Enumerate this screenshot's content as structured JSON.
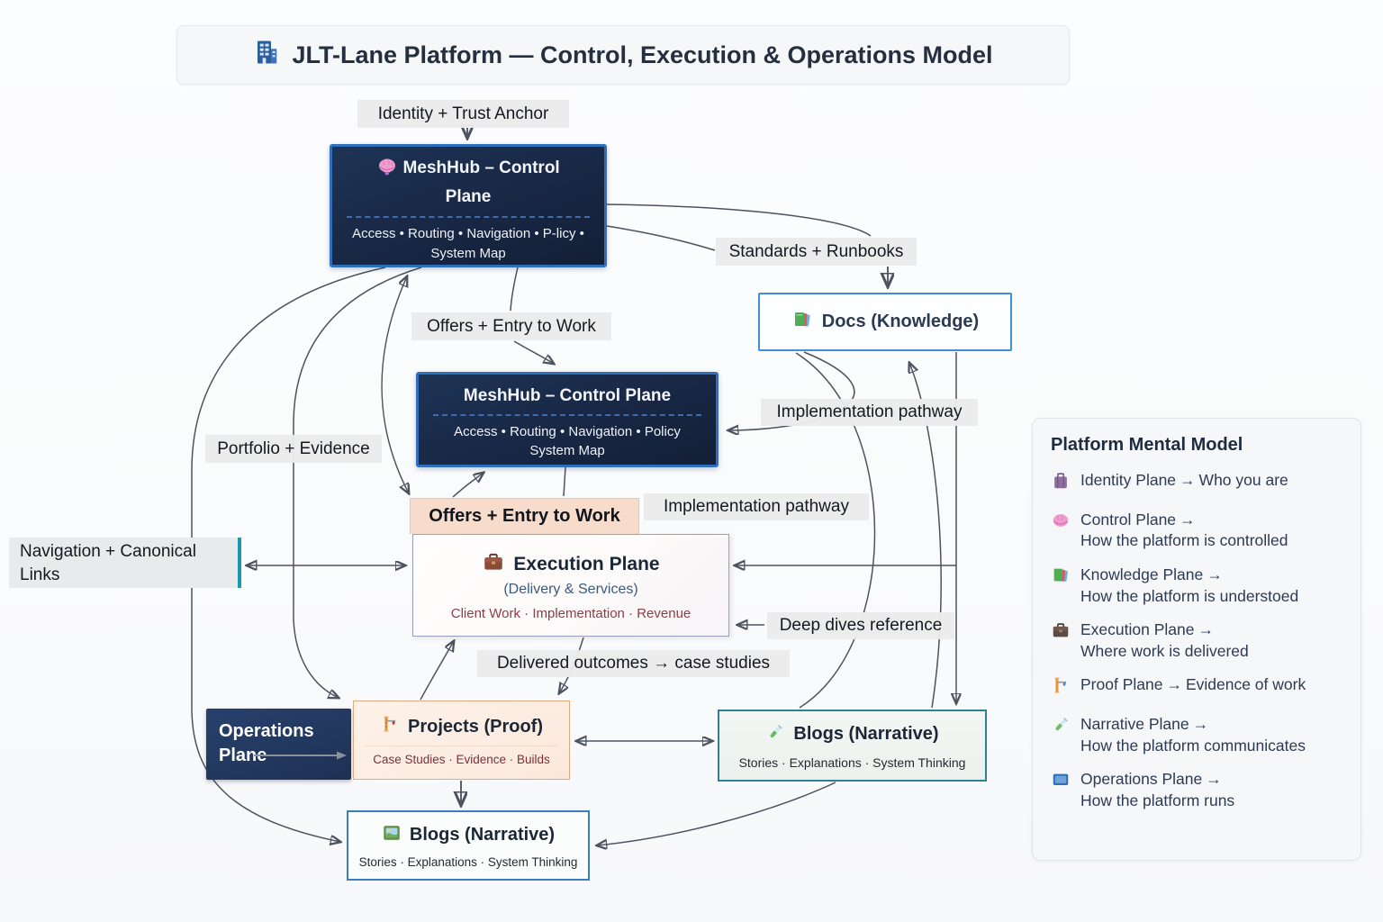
{
  "title": {
    "icon": "building-icon",
    "text": "JLT-Lane Platform — Control, Execution & Operations Model"
  },
  "edge_labels": {
    "identity_trust": "Identity + Trust Anchor",
    "standards_runbooks": "Standards + Runbooks",
    "offers_entry_top": "Offers + Entry to Work",
    "implementation_pathway_1": "Implementation pathway",
    "implementation_pathway_2": "Implementation pathway",
    "portfolio_evidence": "Portfolio + Evidence",
    "navigation_canonical": "Navigation + Canonical Links",
    "deep_dives": "Deep dives reference",
    "delivered_outcomes": "Delivered outcomes → case studies"
  },
  "nodes": {
    "meshhub_top": {
      "icon": "brain-icon",
      "title": "MeshHub – Control Plane",
      "services": "Access • Routing • Navigation • P-licy • System Map"
    },
    "meshhub_mid": {
      "title": "MeshHub – Control Plane",
      "services": "Access • Routing • Navigation • Policy System Map"
    },
    "docs": {
      "icon": "books-icon",
      "title": "Docs (Knowledge)"
    },
    "execution": {
      "header": "Offers + Entry to Work",
      "icon": "briefcase-icon",
      "title": "Execution Plane",
      "subtitle": "(Delivery & Services)",
      "services": "Client Work · Implementation · Revenue"
    },
    "operations": {
      "title": "Operations Plane"
    },
    "projects": {
      "icon": "crane-icon",
      "title": "Projects (Proof)",
      "services": "Case Studies · Evidence · Builds"
    },
    "blogs_right": {
      "icon": "testtube-icon",
      "title": "Blogs (Narrative)",
      "services": "Stories · Explanations · System Thinking"
    },
    "blogs_bottom": {
      "icon": "picture-frame-icon",
      "title": "Blogs (Narrative)",
      "services": "Stories · Explanations · System Thinking"
    }
  },
  "legend": {
    "title": "Platform Mental Model",
    "items": [
      {
        "icon": "luggage-icon",
        "name": "Identity Plane",
        "arrow": "→",
        "desc": "Who you are"
      },
      {
        "icon": "brain-icon",
        "name": "Control Plane",
        "arrow": "→",
        "desc": "How the platform is controlled"
      },
      {
        "icon": "books-icon",
        "name": "Knowledge Plane",
        "arrow": "→",
        "desc": "How the platform is understoed"
      },
      {
        "icon": "briefcase-icon",
        "name": "Execution Plane",
        "arrow": "→",
        "desc": "Where work is delivered"
      },
      {
        "icon": "crane-icon",
        "name": "Proof Plane",
        "arrow": "→",
        "desc": "Evidence of work"
      },
      {
        "icon": "testtube-icon",
        "name": "Narrative Plane",
        "arrow": "→",
        "desc": "How the platform communicates"
      },
      {
        "icon": "monitor-icon",
        "name": "Operations Plane",
        "arrow": "→",
        "desc": "How the platform runs"
      }
    ]
  },
  "colors": {
    "control_plane_bg": "#182744",
    "control_plane_border": "#2d6fba",
    "docs_border": "#3e8fd6",
    "execution_header": "#f8dccb",
    "projects_border": "#e2a87e",
    "narrative_border": "#2e8095",
    "nav_accent_teal": "#1e98ac",
    "edge_stroke": "#4c535f"
  }
}
